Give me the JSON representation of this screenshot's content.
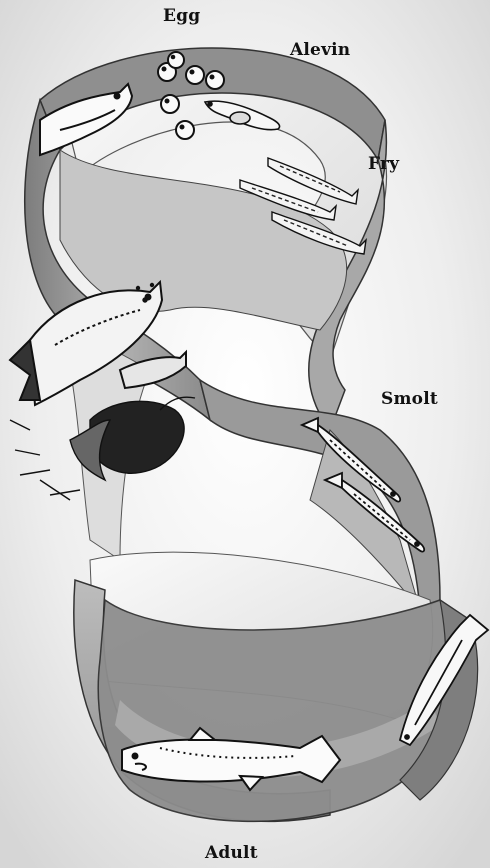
{
  "diagram": {
    "labels": {
      "egg": "Egg",
      "alevin": "Alevin",
      "fry": "Fry",
      "smolt": "Smolt",
      "adult": "Adult"
    },
    "colors": {
      "background": "#e9e9e9",
      "ribbon_front": "#9c9c9c",
      "ribbon_back": "#c8c8c8",
      "ribbon_inner": "#efefef",
      "ink": "#111111",
      "fish_fill": "#f7f7f7"
    }
  }
}
